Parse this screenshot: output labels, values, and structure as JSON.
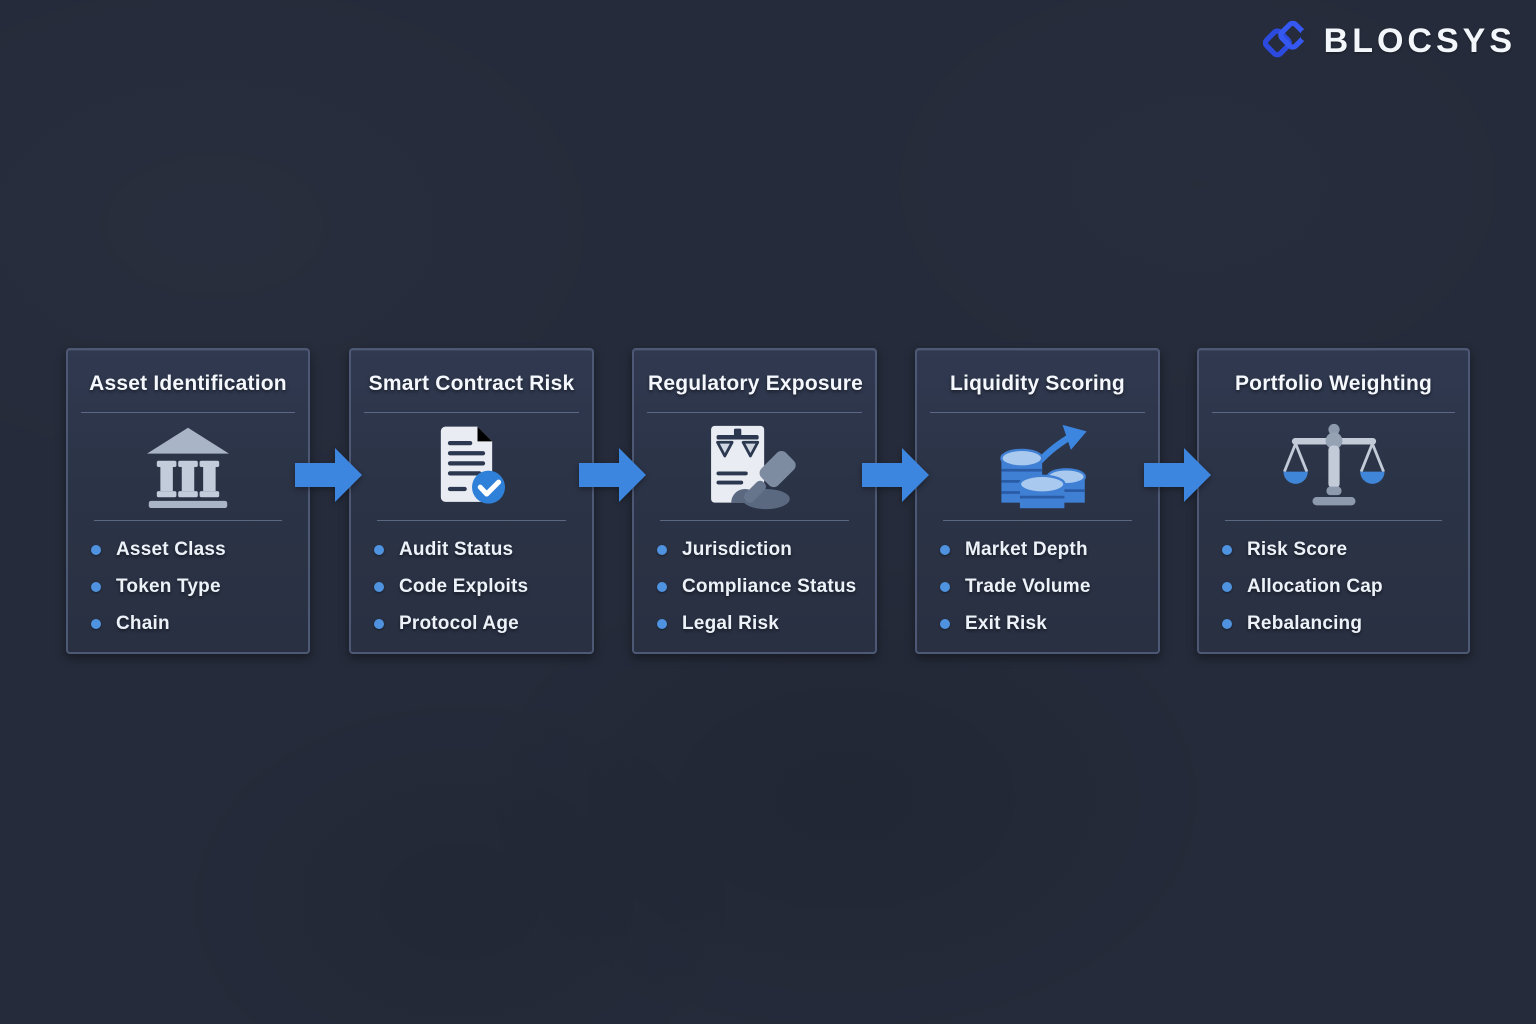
{
  "brand": {
    "name": "BLOCSYS",
    "icon": "interlocked-diamonds-icon"
  },
  "colors": {
    "background": "#252b3a",
    "card_background": "#2b3346",
    "card_border": "#4d5874",
    "divider": "#8494b4",
    "arrow": "#3d86e0",
    "bullet_dot": "#4f93e0",
    "title_text": "#f4f7fc",
    "item_text": "#edf2f9",
    "logo_blue": "#2f4fe4",
    "icon_slate": "#b3bdcf",
    "icon_paper": "#e9ecf2",
    "icon_blue": "#3f7fd4",
    "icon_blue_light": "#a9c9ee"
  },
  "flow": {
    "connector_icon": "arrow-right-icon",
    "steps": [
      {
        "title": "Asset Identification",
        "icon": "bank-icon",
        "items": [
          "Asset Class",
          "Token Type",
          "Chain"
        ]
      },
      {
        "title": "Smart Contract Risk",
        "icon": "document-check-icon",
        "items": [
          "Audit Status",
          "Code Exploits",
          "Protocol Age"
        ]
      },
      {
        "title": "Regulatory Exposure",
        "icon": "scales-gavel-icon",
        "items": [
          "Jurisdiction",
          "Compliance Status",
          "Legal Risk"
        ]
      },
      {
        "title": "Liquidity Scoring",
        "icon": "coins-growth-icon",
        "items": [
          "Market Depth",
          "Trade Volume",
          "Exit Risk"
        ]
      },
      {
        "title": "Portfolio Weighting",
        "icon": "balance-scale-icon",
        "items": [
          "Risk Score",
          "Allocation Cap",
          "Rebalancing"
        ]
      }
    ]
  }
}
